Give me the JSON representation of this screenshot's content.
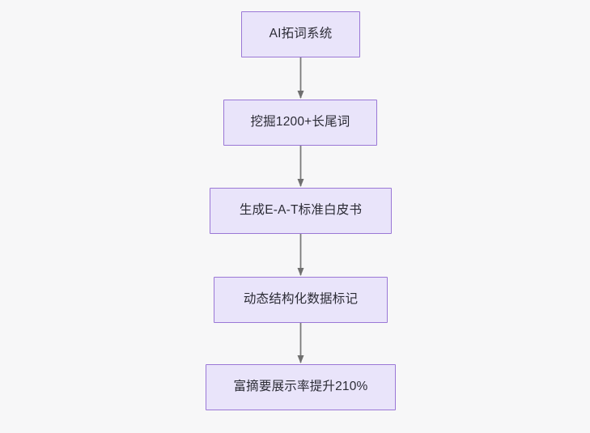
{
  "diagram": {
    "type": "flowchart",
    "direction": "top-to-bottom",
    "background_color": "#f7f7f8",
    "node_fill_color": "#e9e4fa",
    "node_border_color": "#9a77d6",
    "node_text_color": "#2b2b35",
    "edge_color": "#7a7a7a",
    "nodes": [
      {
        "id": "n0",
        "label": "AI拓词系统"
      },
      {
        "id": "n1",
        "label": "挖掘1200+长尾词"
      },
      {
        "id": "n2",
        "label": "生成E-A-T标准白皮书"
      },
      {
        "id": "n3",
        "label": "动态结构化数据标记"
      },
      {
        "id": "n4",
        "label": "富摘要展示率提升210%"
      }
    ],
    "edges": [
      {
        "from": "n0",
        "to": "n1",
        "label": "",
        "arrowhead": "solid-triangle"
      },
      {
        "from": "n1",
        "to": "n2",
        "label": "",
        "arrowhead": "solid-triangle"
      },
      {
        "from": "n2",
        "to": "n3",
        "label": "",
        "arrowhead": "solid-triangle"
      },
      {
        "from": "n3",
        "to": "n4",
        "label": "",
        "arrowhead": "solid-triangle"
      }
    ]
  }
}
